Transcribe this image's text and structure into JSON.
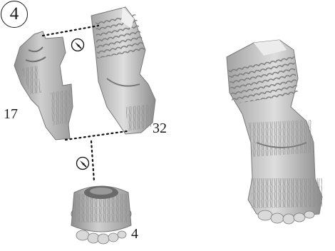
{
  "step_number": "4",
  "parts": [
    {
      "id": "left-half",
      "label": "17"
    },
    {
      "id": "right-half",
      "label": "32"
    },
    {
      "id": "base",
      "label": "4"
    }
  ],
  "icons": [
    "glue-icon",
    "glue-icon"
  ],
  "colors": {
    "figure": "#b9b9b9",
    "figure_shadow": "#8a8a8a",
    "figure_light": "#e2e2e2",
    "line": "#111111"
  }
}
